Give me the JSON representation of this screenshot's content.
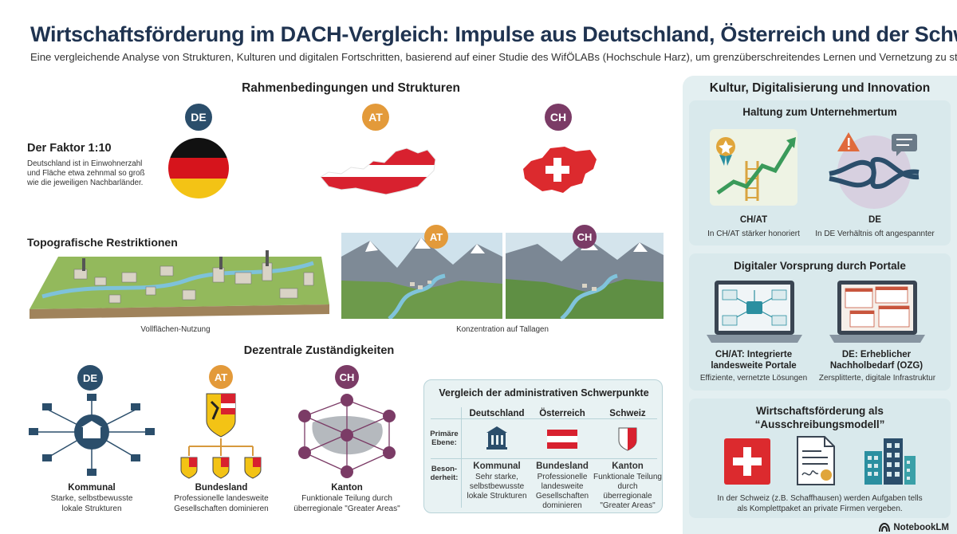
{
  "header": {
    "title": "Wirtschaftsförderung im DACH-Vergleich: Impulse aus Deutschland, Österreich und der Schweiz",
    "subtitle": "Eine vergleichende Analyse von Strukturen, Kulturen und digitalen Fortschritten, basierend auf einer Studie des WifÖLABs (Hochschule Harz), um grenzüberschreitendes Lernen und Vernetzung zu stärken"
  },
  "left": {
    "section_title": "Rahmenbedingungen und Strukturen",
    "countries": [
      "DE",
      "AT",
      "CH"
    ],
    "faktor": {
      "title": "Der Faktor 1:10",
      "text_lines": [
        "Deutschland ist in Einwohnerzahl",
        "und Fläche etwa zehnmal so groß",
        "wie die jeweiligen Nachbarländer."
      ]
    },
    "topo": {
      "title": "Topografische Restriktionen",
      "flat_caption": "Vollflächen-Nutzung",
      "mountain_caption": "Konzentration auf Tallagen",
      "badge_at": "AT",
      "badge_ch": "CH"
    },
    "dezentral": {
      "title": "Dezentrale Zuständigkeiten",
      "de": {
        "badge": "DE",
        "label": "Kommunal",
        "desc_lines": [
          "Starke, selbstbewusste",
          "lokale Strukturen"
        ]
      },
      "at": {
        "badge": "AT",
        "label": "Bundesland",
        "desc_lines": [
          "Professionelle landesweite",
          "Gesellschaften dominieren"
        ]
      },
      "ch": {
        "badge": "CH",
        "label": "Kanton",
        "desc_lines": [
          "Funktionale Teilung durch",
          "überregionale \"Greater Areas\""
        ]
      }
    },
    "table": {
      "title": "Vergleich der administrativen Schwerpunkte",
      "columns": [
        "Deutschland",
        "Österreich",
        "Schweiz"
      ],
      "row1_label_lines": [
        "Primäre",
        "Ebene:"
      ],
      "row2_label_lines": [
        "Beson-",
        "derheit:"
      ],
      "row2": [
        {
          "title": "Kommunal",
          "lines": [
            "Sehr starke,",
            "selbstbewusste",
            "lokale Strukturen"
          ]
        },
        {
          "title": "Bundesland",
          "lines": [
            "Professionelle",
            "landesweite",
            "Gesellschaften",
            "dominieren"
          ]
        },
        {
          "title": "Kanton",
          "lines": [
            "Funktionale Teilung",
            "durch überregionale",
            "\"Greater Areas\""
          ]
        }
      ]
    }
  },
  "right": {
    "title": "Kultur, Digitalisierung und Innovation",
    "haltung": {
      "title": "Haltung zum Unternehmertum",
      "left_label": "CH/AT",
      "left_desc": "In CH/AT stärker honoriert",
      "right_label": "DE",
      "right_desc": "In DE Verhältnis oft angespannter"
    },
    "digital": {
      "title": "Digitaler Vorsprung durch Portale",
      "left_label_lines": [
        "CH/AT: Integrierte",
        "landesweite Portale"
      ],
      "left_desc": "Effiziente, vernetzte Lösungen",
      "right_label_lines": [
        "DE: Erheblicher",
        "Nachholbedarf (OZG)"
      ],
      "right_desc": "Zersplitterte, digitale Infrastruktur"
    },
    "ausschreibung": {
      "title_lines": [
        "Wirtschaftsförderung als",
        "“Ausschreibungsmodell”"
      ],
      "desc_lines": [
        "In der Schweiz (z.B. Schaffhausen) werden Aufgaben tells",
        "als Komplettpaket an private Firmen vergeben."
      ]
    }
  },
  "footer": {
    "logo": "NotebookLM"
  },
  "colors": {
    "de": "#2b4e6b",
    "at": "#e39a3a",
    "ch": "#7b3b66",
    "title": "#1f3350",
    "panel": "#e3eff1"
  }
}
